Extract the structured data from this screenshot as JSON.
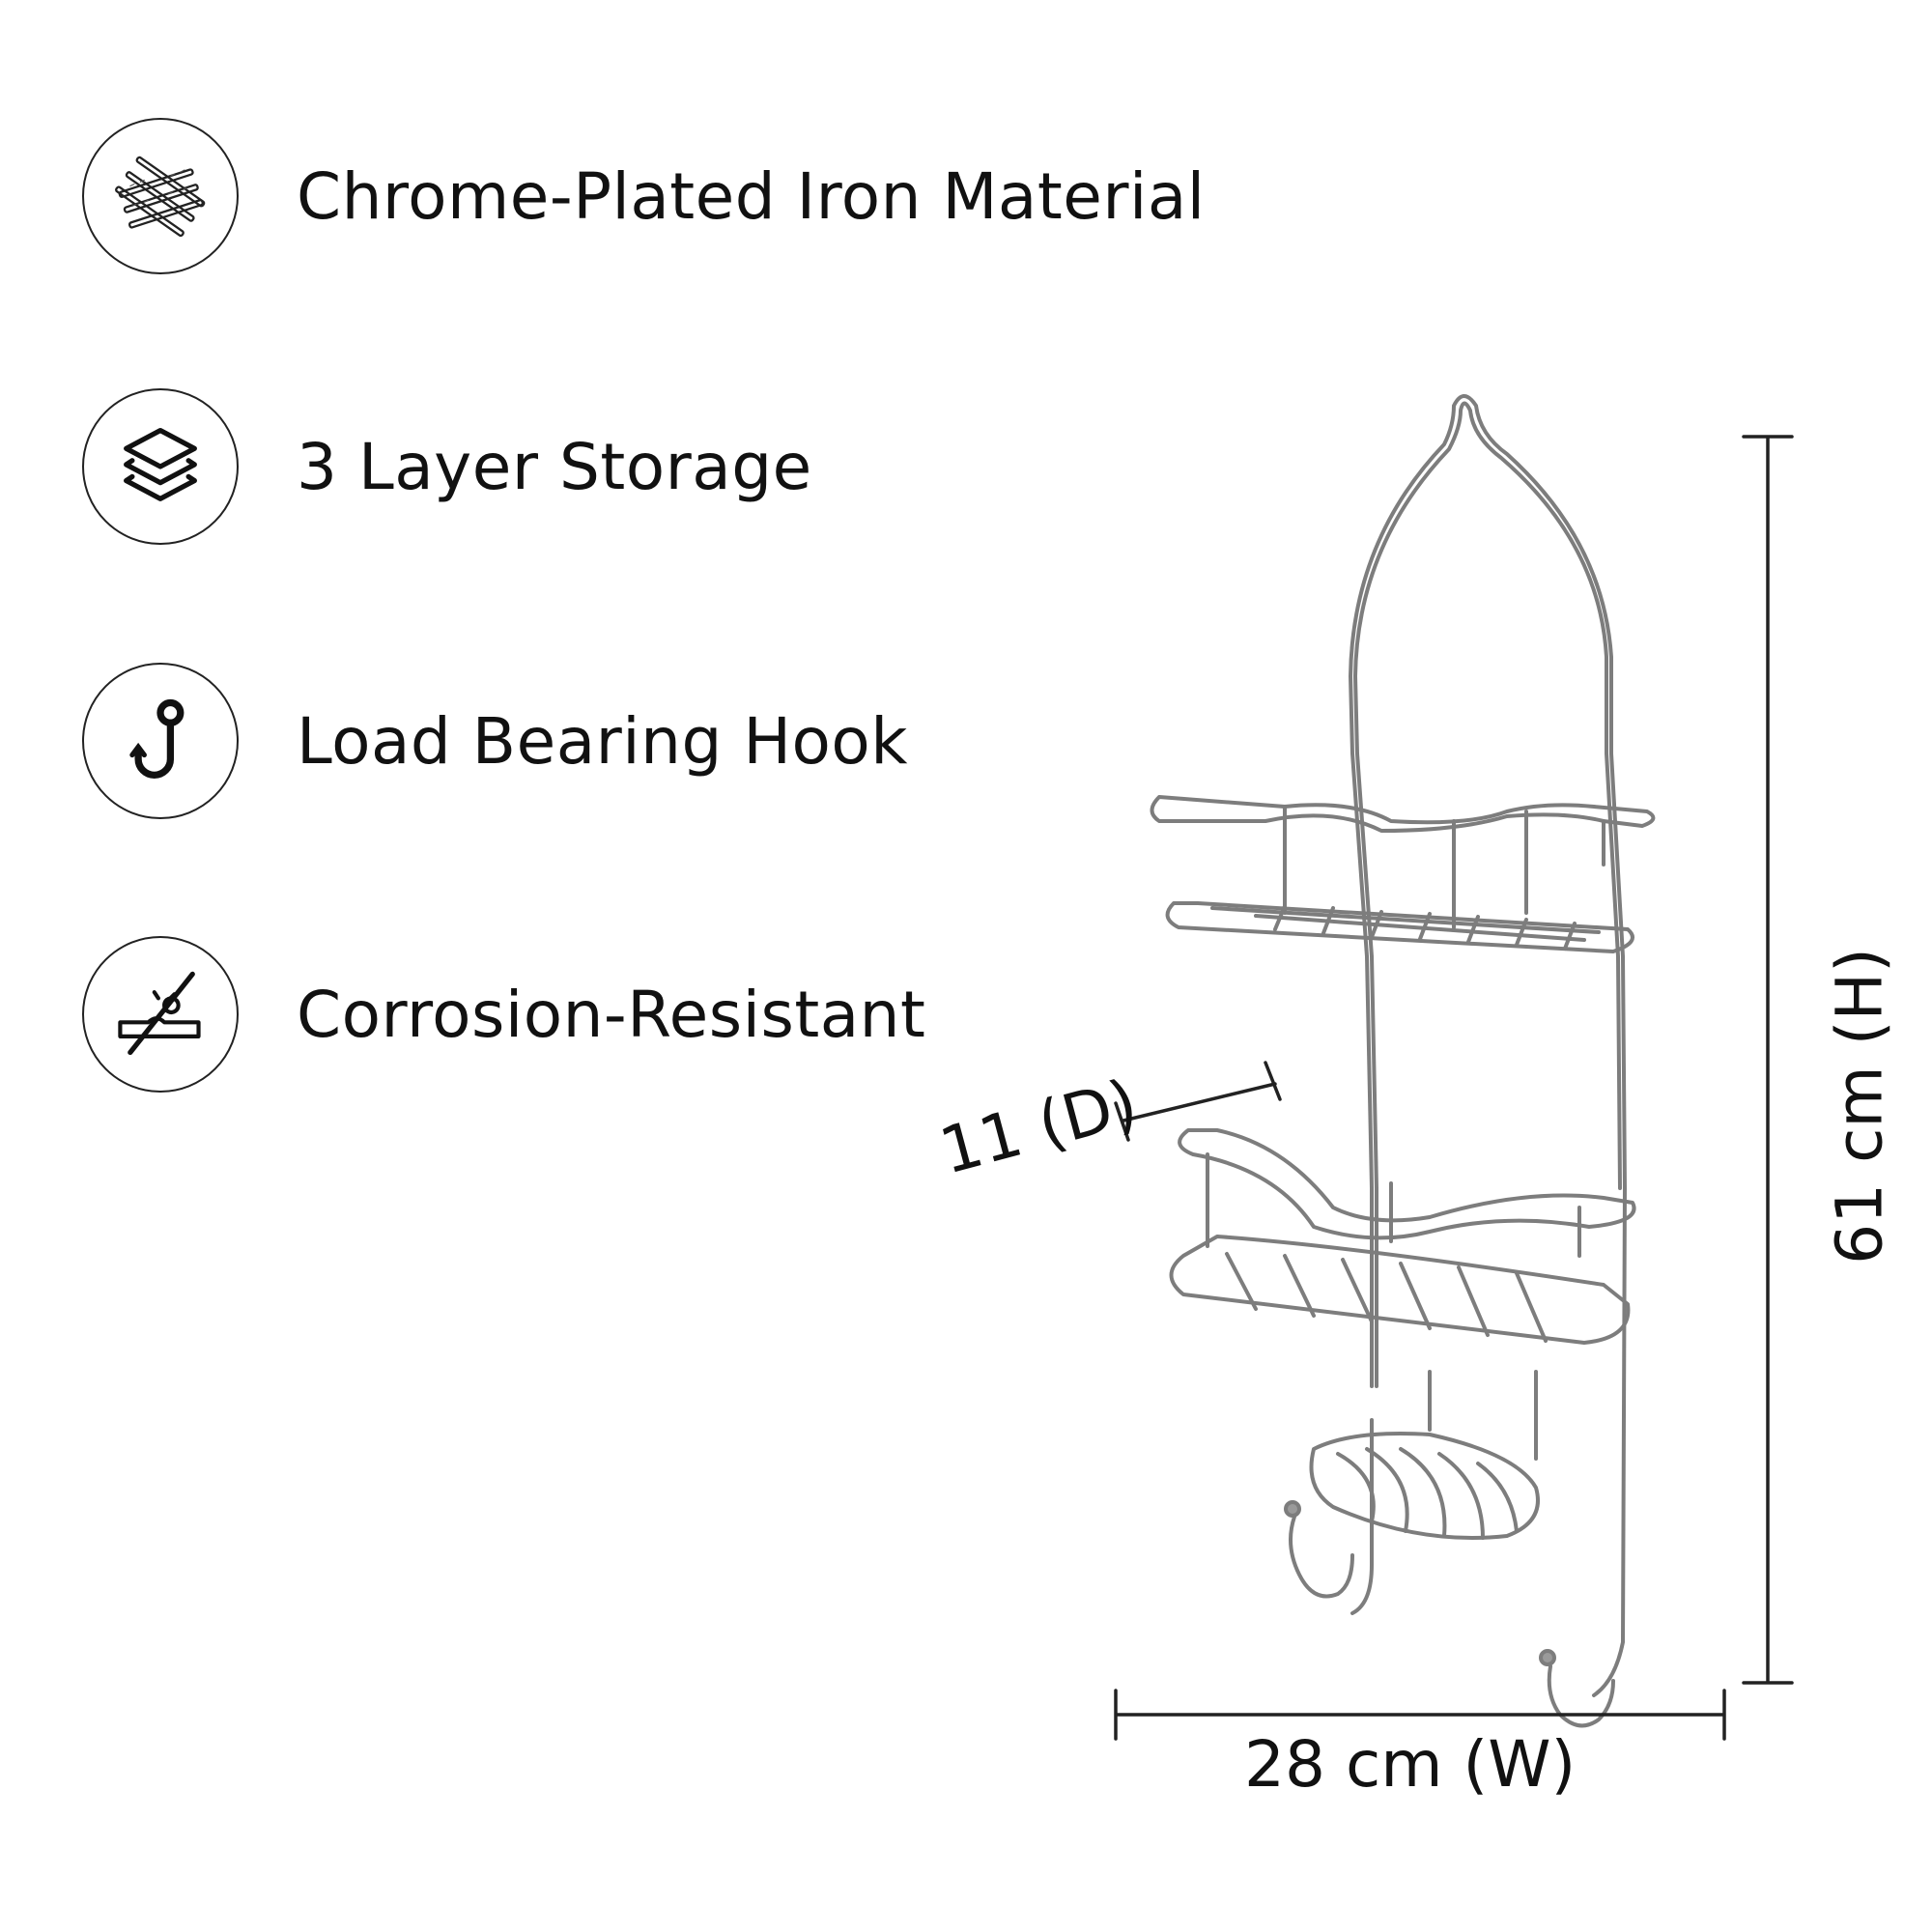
{
  "features": [
    {
      "icon": "iron-mesh-icon",
      "label": "Chrome-Plated Iron Material"
    },
    {
      "icon": "layers-icon",
      "label": "3 Layer Storage"
    },
    {
      "icon": "hook-icon",
      "label": "Load Bearing Hook"
    },
    {
      "icon": "no-corrosion-icon",
      "label": "Corrosion-Resistant"
    }
  ],
  "dimensions": {
    "width": "28 cm (W)",
    "height": "61 cm (H)",
    "depth": "11 (D)"
  },
  "colors": {
    "text": "#111111",
    "chrome": "#8a8a8a",
    "background": "#ffffff"
  }
}
